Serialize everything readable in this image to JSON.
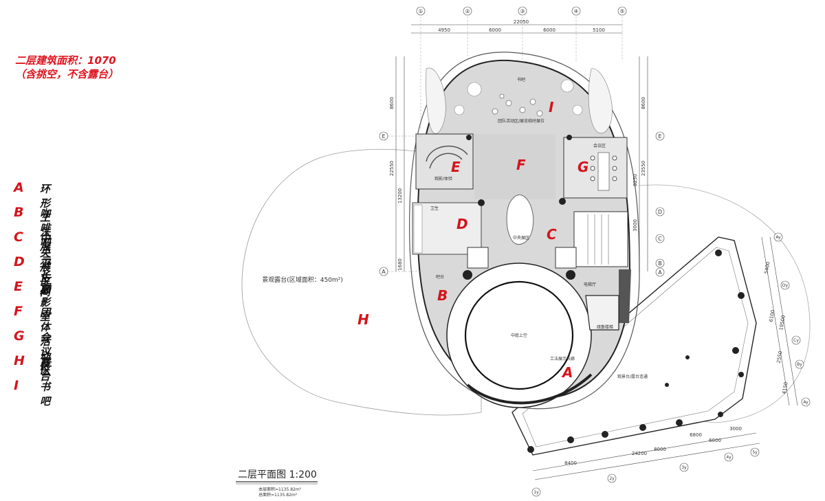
{
  "header": {
    "area_line1": "二层建筑面积：1070",
    "area_line2": "（含挑空，不含露台）"
  },
  "legend": [
    {
      "letter": "A",
      "label": "环形工法展示长廊"
    },
    {
      "letter": "B",
      "label": "咖啡吧"
    },
    {
      "letter": "C",
      "label": "中央展区"
    },
    {
      "letter": "D",
      "label": "卫生间"
    },
    {
      "letter": "E",
      "label": "观影室"
    },
    {
      "letter": "F",
      "label": "团体活动区"
    },
    {
      "letter": "G",
      "label": "会议区"
    },
    {
      "letter": "H",
      "label": "露台"
    },
    {
      "letter": "I",
      "label": "书吧"
    }
  ],
  "plan": {
    "zone_letters": {
      "A": "A",
      "B": "B",
      "C": "C",
      "D": "D",
      "E": "E",
      "F": "F",
      "G": "G",
      "H": "H",
      "I": "I"
    },
    "top_axes": [
      "①",
      "②",
      "③",
      "④",
      "⑤"
    ],
    "top_total": "22050",
    "top_dims": [
      "4950",
      "6000",
      "6000",
      "5100"
    ],
    "right_axes": [
      "E",
      "D",
      "C",
      "B",
      "A"
    ],
    "left_axes": [
      "E",
      "A"
    ],
    "left_dims": [
      "8600",
      "22550",
      "13200",
      "1680"
    ],
    "right_dims": [
      "8600",
      "23550",
      "8250",
      "3000"
    ],
    "far_right_axes": [
      "Ay",
      "Dy",
      "Cy",
      "By",
      "Ay"
    ],
    "far_right_dims": [
      "5400",
      "6100",
      "19500",
      "2550",
      "4150"
    ],
    "bottom_axes": [
      "1y",
      "2y",
      "3y",
      "4y",
      "5y"
    ],
    "bottom_dims_row1": [
      "6800",
      "3000"
    ],
    "bottom_dims_row2": [
      "8000",
      "6000"
    ],
    "bottom_dims_row3": [
      "8400",
      "24200"
    ],
    "terrace_label": "景观露台(区域面积：450m²)",
    "room_labels": {
      "reading": "书吧",
      "activity": "团队活动区/展览临时展位",
      "cinema": "观影/体验",
      "meeting": "会议区",
      "toilet": "卫生",
      "hall": "中央展区",
      "atrium": "中庭上空",
      "corridor": "工法展示长廊",
      "elevator": "电梯厅",
      "stair": "疏散楼梯",
      "bar": "吧台",
      "side_note": "观景台/露台连通"
    },
    "title": "二层平面图 1:200",
    "area_note1": "本层面积=1135.82m²",
    "area_note2": "总面积=1135.82m²"
  }
}
